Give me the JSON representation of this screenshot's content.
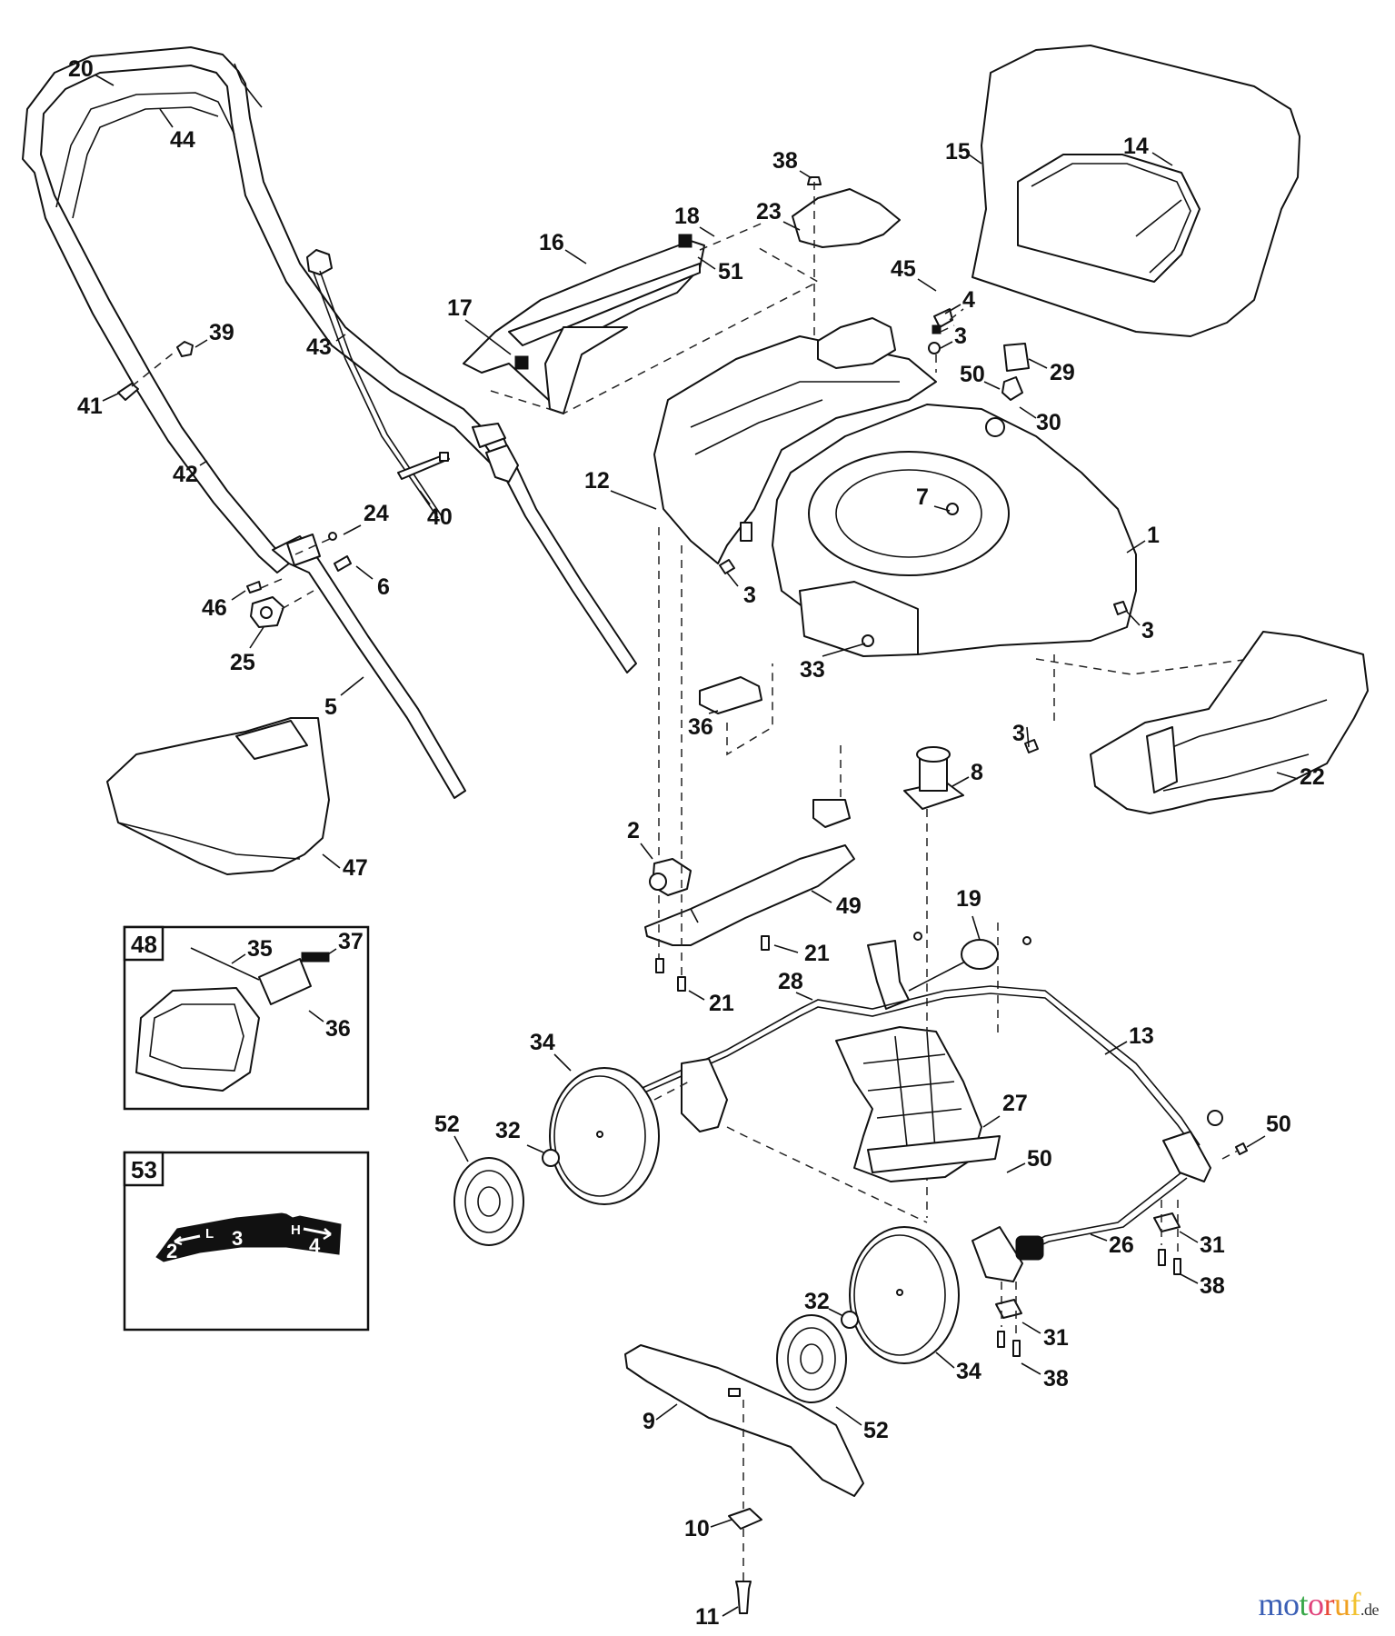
{
  "diagram": {
    "type": "exploded-parts-diagram",
    "subject": "walk-behind lawn mower",
    "callouts": [
      {
        "id": "20",
        "label": "20"
      },
      {
        "id": "44",
        "label": "44"
      },
      {
        "id": "43",
        "label": "43"
      },
      {
        "id": "39",
        "label": "39"
      },
      {
        "id": "41",
        "label": "41"
      },
      {
        "id": "42",
        "label": "42"
      },
      {
        "id": "40",
        "label": "40"
      },
      {
        "id": "24",
        "label": "24"
      },
      {
        "id": "6",
        "label": "6"
      },
      {
        "id": "46",
        "label": "46"
      },
      {
        "id": "25",
        "label": "25"
      },
      {
        "id": "5",
        "label": "5"
      },
      {
        "id": "47",
        "label": "47"
      },
      {
        "id": "16",
        "label": "16"
      },
      {
        "id": "17",
        "label": "17"
      },
      {
        "id": "18",
        "label": "18"
      },
      {
        "id": "51",
        "label": "51"
      },
      {
        "id": "38a",
        "label": "38"
      },
      {
        "id": "23",
        "label": "23"
      },
      {
        "id": "15",
        "label": "15"
      },
      {
        "id": "14",
        "label": "14"
      },
      {
        "id": "45",
        "label": "45"
      },
      {
        "id": "4",
        "label": "4"
      },
      {
        "id": "3a",
        "label": "3"
      },
      {
        "id": "29",
        "label": "29"
      },
      {
        "id": "50a",
        "label": "50"
      },
      {
        "id": "30",
        "label": "30"
      },
      {
        "id": "12",
        "label": "12"
      },
      {
        "id": "7",
        "label": "7"
      },
      {
        "id": "1",
        "label": "1"
      },
      {
        "id": "3b",
        "label": "3"
      },
      {
        "id": "3c",
        "label": "3"
      },
      {
        "id": "3d",
        "label": "3"
      },
      {
        "id": "33",
        "label": "33"
      },
      {
        "id": "36a",
        "label": "36"
      },
      {
        "id": "22",
        "label": "22"
      },
      {
        "id": "8",
        "label": "8"
      },
      {
        "id": "2",
        "label": "2"
      },
      {
        "id": "49",
        "label": "49"
      },
      {
        "id": "21a",
        "label": "21"
      },
      {
        "id": "21b",
        "label": "21"
      },
      {
        "id": "19",
        "label": "19"
      },
      {
        "id": "28",
        "label": "28"
      },
      {
        "id": "13",
        "label": "13"
      },
      {
        "id": "34a",
        "label": "34"
      },
      {
        "id": "27",
        "label": "27"
      },
      {
        "id": "52a",
        "label": "52"
      },
      {
        "id": "32a",
        "label": "32"
      },
      {
        "id": "50b",
        "label": "50"
      },
      {
        "id": "50c",
        "label": "50"
      },
      {
        "id": "31a",
        "label": "31"
      },
      {
        "id": "38b",
        "label": "38"
      },
      {
        "id": "26",
        "label": "26"
      },
      {
        "id": "32b",
        "label": "32"
      },
      {
        "id": "31b",
        "label": "31"
      },
      {
        "id": "38c",
        "label": "38"
      },
      {
        "id": "34b",
        "label": "34"
      },
      {
        "id": "52b",
        "label": "52"
      },
      {
        "id": "9",
        "label": "9"
      },
      {
        "id": "10",
        "label": "10"
      },
      {
        "id": "11",
        "label": "11"
      }
    ],
    "insets": [
      {
        "id": "48",
        "label": "48",
        "callouts": [
          {
            "label": "35"
          },
          {
            "label": "37"
          },
          {
            "label": "36"
          }
        ]
      },
      {
        "id": "53",
        "label": "53",
        "decal": {
          "low_label": "L",
          "high_label": "H",
          "positions": [
            "2",
            "3",
            "4"
          ]
        }
      }
    ]
  },
  "watermark": {
    "name": "motoruf",
    "tld": ".de",
    "letter_colors": [
      "#3b5fb5",
      "#3b5fb5",
      "#3aa84a",
      "#e0427a",
      "#e84a3a",
      "#f0a020",
      "#f2c230"
    ]
  }
}
